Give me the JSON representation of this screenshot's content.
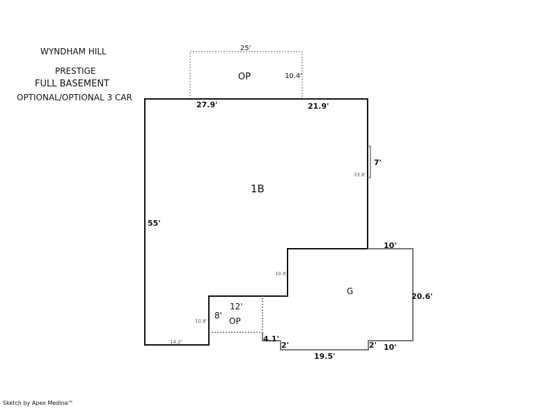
{
  "header": {
    "line1": "WYNDHAM HILL",
    "line2": "PRESTIGE",
    "line3": "FULL BASEMENT",
    "line4": "OPTIONAL/OPTIONAL 3 CAR"
  },
  "rooms": {
    "main": "1B",
    "garage": "G",
    "top_porch": "OP",
    "lower_porch": "OP"
  },
  "dimensions": {
    "top_porch_width": "25'",
    "top_porch_depth": "10.4'",
    "top_left": "27.9'",
    "top_right": "21.9'",
    "bump_width": "7'",
    "bump_offset": "33.6'",
    "left": "55'",
    "garage_top": "10'",
    "inner_step": "10.6'",
    "garage_right": "20.6'",
    "porch_width": "12'",
    "porch_depth": "8'",
    "porch_side": "10.8'",
    "bottom_left": "14.2'",
    "step_a": "4.1'",
    "step_b": "2'",
    "garage_bottom": "19.5'",
    "step_c": "2'",
    "garage_bottom_right": "10'"
  },
  "footer": "Sketch by Apex Medina™"
}
